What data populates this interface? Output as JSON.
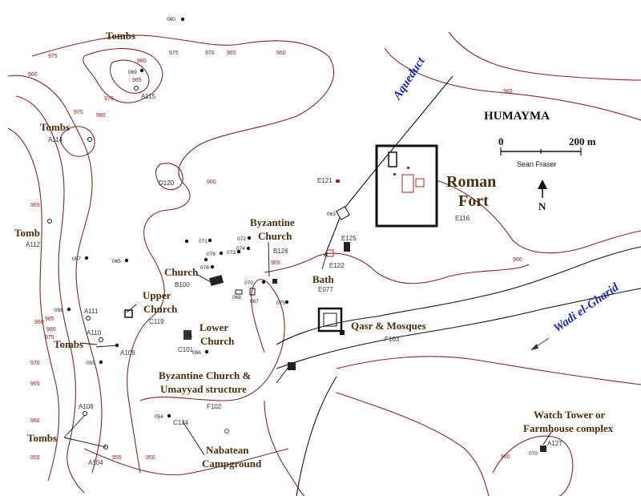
{
  "title": "HUMAYMA",
  "scale": {
    "start": "0",
    "end": "200 m"
  },
  "author": "Sean Fraser",
  "north": "N",
  "waterways": {
    "aqueduct": "Aqueduct",
    "wadi": "Wadi el-Gharid"
  },
  "fort": {
    "line1": "Roman",
    "line2": "Fort",
    "code": "E116"
  },
  "sites": {
    "tombs_top": "Tombs",
    "tombs_a114": "Tombs",
    "tomb_a112": "Tomb",
    "tombs_mid": "Tombs",
    "tombs_low": "Tombs",
    "byz_church_1": "Byzantine",
    "byz_church_2": "Church",
    "church": "Church",
    "upper_church_1": "Upper",
    "upper_church_2": "Church",
    "lower_church_1": "Lower",
    "lower_church_2": "Church",
    "bath": "Bath",
    "qasr": "Qasr & Mosques",
    "byz_umayyad_1": "Byzantine Church &",
    "byz_umayyad_2": "Umayyad structure",
    "nabatean_1": "Nabatean",
    "nabatean_2": "Campground",
    "watch_1": "Watch Tower or",
    "watch_2": "Farmhouse complex"
  },
  "codes": {
    "a115": "A115",
    "a114": "A114",
    "a112": "A112",
    "d120": "D120",
    "e121": "E121",
    "e125": "E125",
    "e122": "E122",
    "e077": "E077",
    "b126": "B126",
    "b100": "B100",
    "c119": "C119",
    "c101": "C101",
    "a111": "A111",
    "a110": "A110",
    "a109": "A109",
    "a108": "A108",
    "a104": "A104",
    "f103": "F103",
    "f102": "F102",
    "c124": "C124",
    "a127": "A127",
    "n063": "063"
  },
  "site_numbers": {
    "n060": "060",
    "n069": "069",
    "n065": "065",
    "n057": "057",
    "n056": "056",
    "n055": "055",
    "n071": "071",
    "n072": "072",
    "n074": "074",
    "n078": "078",
    "n073": "073",
    "n076": "076",
    "n070": "070",
    "n068": "068",
    "n067": "067",
    "n075": "075",
    "n066": "066",
    "n054": "054",
    "n070b": "070"
  },
  "elevations": {
    "e975a": "975",
    "e980a": "980",
    "e985a": "985",
    "e975b": "975",
    "e970a": "970",
    "e965a": "965",
    "e960a": "960",
    "e960b": "960",
    "e960c": "960",
    "e965b": "965",
    "e970b": "970",
    "e975c": "975",
    "e980b": "980",
    "e960d": "960",
    "e960e": "960",
    "e985b": "985",
    "e980c": "980",
    "e975d": "975",
    "e970c": "970",
    "e965c": "965",
    "e960f": "960",
    "e955a": "955",
    "e955b": "955",
    "e950": "950",
    "e960g": "960",
    "e965d": "965",
    "e965e": "965"
  }
}
